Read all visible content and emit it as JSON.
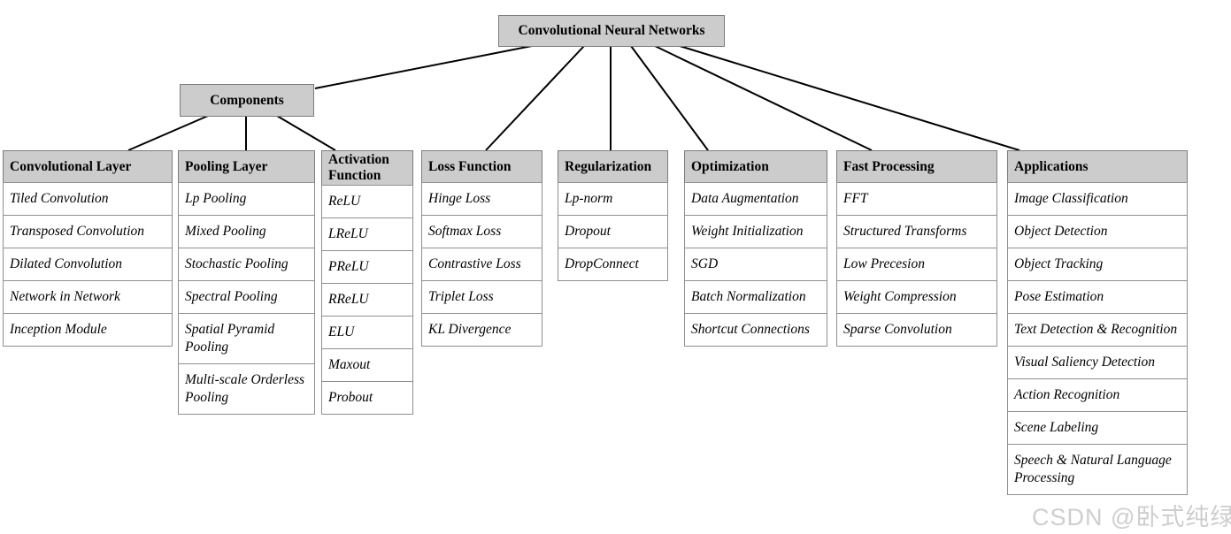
{
  "root": {
    "label": "Convolutional Neural Networks"
  },
  "components": {
    "label": "Components"
  },
  "columns": [
    {
      "id": "convolutional-layer",
      "header": "Convolutional Layer",
      "items": [
        "Tiled Convolution",
        "Transposed Convolution",
        "Dilated Convolution",
        "Network in Network",
        "Inception Module"
      ]
    },
    {
      "id": "pooling-layer",
      "header": "Pooling Layer",
      "items": [
        "Lp Pooling",
        "Mixed Pooling",
        "Stochastic Pooling",
        "Spectral Pooling",
        "Spatial Pyramid Pooling",
        "Multi-scale Orderless Pooling"
      ]
    },
    {
      "id": "activation-function",
      "header": "Activation Function",
      "items": [
        "ReLU",
        "LReLU",
        "PReLU",
        "RReLU",
        "ELU",
        "Maxout",
        "Probout"
      ]
    },
    {
      "id": "loss-function",
      "header": "Loss Function",
      "items": [
        "Hinge Loss",
        "Softmax Loss",
        "Contrastive Loss",
        "Triplet Loss",
        "KL Divergence"
      ]
    },
    {
      "id": "regularization",
      "header": "Regularization",
      "items": [
        "Lp-norm",
        "Dropout",
        "DropConnect"
      ]
    },
    {
      "id": "optimization",
      "header": "Optimization",
      "items": [
        "Data Augmentation",
        "Weight Initialization",
        "SGD",
        "Batch Normalization",
        "Shortcut Connections"
      ]
    },
    {
      "id": "fast-processing",
      "header": "Fast Processing",
      "items": [
        "FFT",
        "Structured Transforms",
        "Low Precesion",
        "Weight Compression",
        "Sparse Convolution"
      ]
    },
    {
      "id": "applications",
      "header": "Applications",
      "items": [
        "Image Classification",
        "Object Detection",
        "Object Tracking",
        "Pose Estimation",
        "Text Detection & Recognition",
        "Visual Saliency Detection",
        "Action Recognition",
        "Scene Labeling",
        "Speech & Natural Language Processing"
      ]
    }
  ],
  "watermark": {
    "text": "CSDN @卧式纯绿"
  },
  "colors": {
    "node_bg": "#cccccc",
    "node_border": "#7b7b7b",
    "cell_border": "#8f8f8f",
    "line": "#000000",
    "watermark": "#bebebe"
  }
}
